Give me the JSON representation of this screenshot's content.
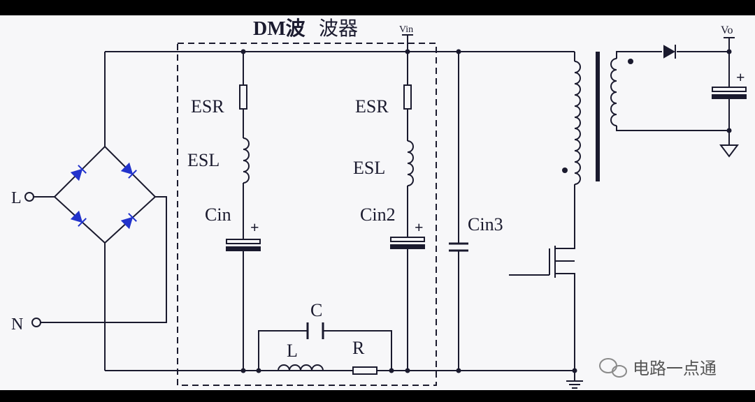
{
  "title": {
    "bold": "DM波",
    "rest": "波器"
  },
  "labels": {
    "esr1": "ESR",
    "esl1": "ESL",
    "cin": "Cin",
    "esr2": "ESR",
    "esl2": "ESL",
    "cin2": "Cin2",
    "cin3": "Cin3",
    "c": "C",
    "l": "L",
    "r": "R",
    "vin": "Vin",
    "vo": "Vo",
    "plus1": "+",
    "plus2": "+",
    "plus3": "+",
    "line": "L",
    "neutral": "N"
  },
  "watermark": "电路一点通",
  "colors": {
    "wire": "#1a1a2e",
    "diode": "#2233cc",
    "background": "#f7f7f9",
    "frame": "#000000"
  }
}
